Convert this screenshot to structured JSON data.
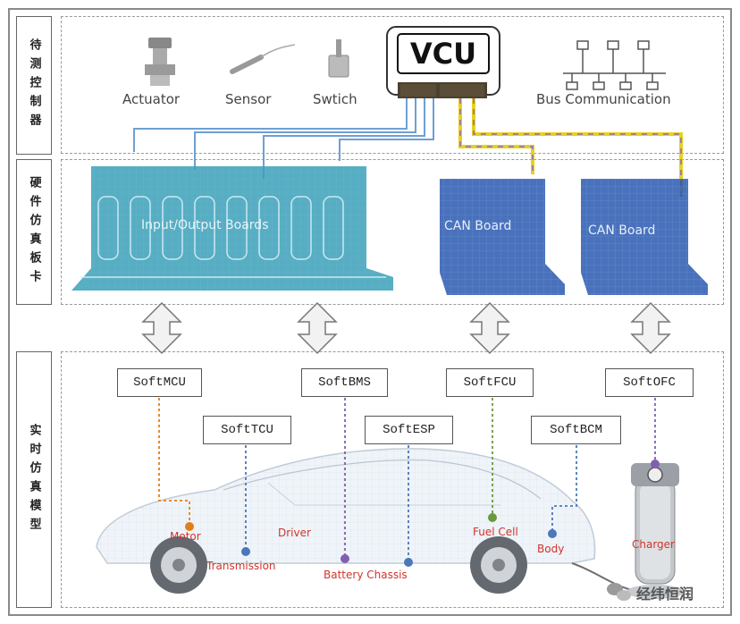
{
  "rows": {
    "controller": "待测控制器",
    "hardware": "硬件仿真板卡",
    "realtime": "实时仿真模型"
  },
  "devices": {
    "actuator": "Actuator",
    "sensor": "Sensor",
    "switch": "Swtich",
    "vcu": "VCU",
    "bus": "Bus Communication"
  },
  "boards": {
    "io": "Input/Output Boards",
    "can1": "CAN Board",
    "can2": "CAN Board"
  },
  "soft": {
    "mcu": "SoftMCU",
    "bms": "SoftBMS",
    "fcu": "SoftFCU",
    "ofc": "SoftOFC",
    "tcu": "SoftTCU",
    "esp": "SoftESP",
    "bcm": "SoftBCM"
  },
  "car": {
    "motor": "Motor",
    "transmission": "Transmission",
    "driver": "Driver",
    "battery_chassis": "Battery Chassis",
    "fuel_cell": "Fuel Cell",
    "body": "Body",
    "charger": "Charger"
  },
  "watermark": "经纬恒润",
  "colors": {
    "wire_blue": "#6f9fd4",
    "bus_yellow": "#e8d020",
    "bus_purple": "#8b6aa8",
    "board_teal": "#3aa0b8",
    "board_blue": "#2a58b0",
    "label_red": "#d0342c",
    "orange": "#e0801a",
    "purple": "#8060b0",
    "green": "#6a9a40",
    "blue": "#4a78b8"
  }
}
